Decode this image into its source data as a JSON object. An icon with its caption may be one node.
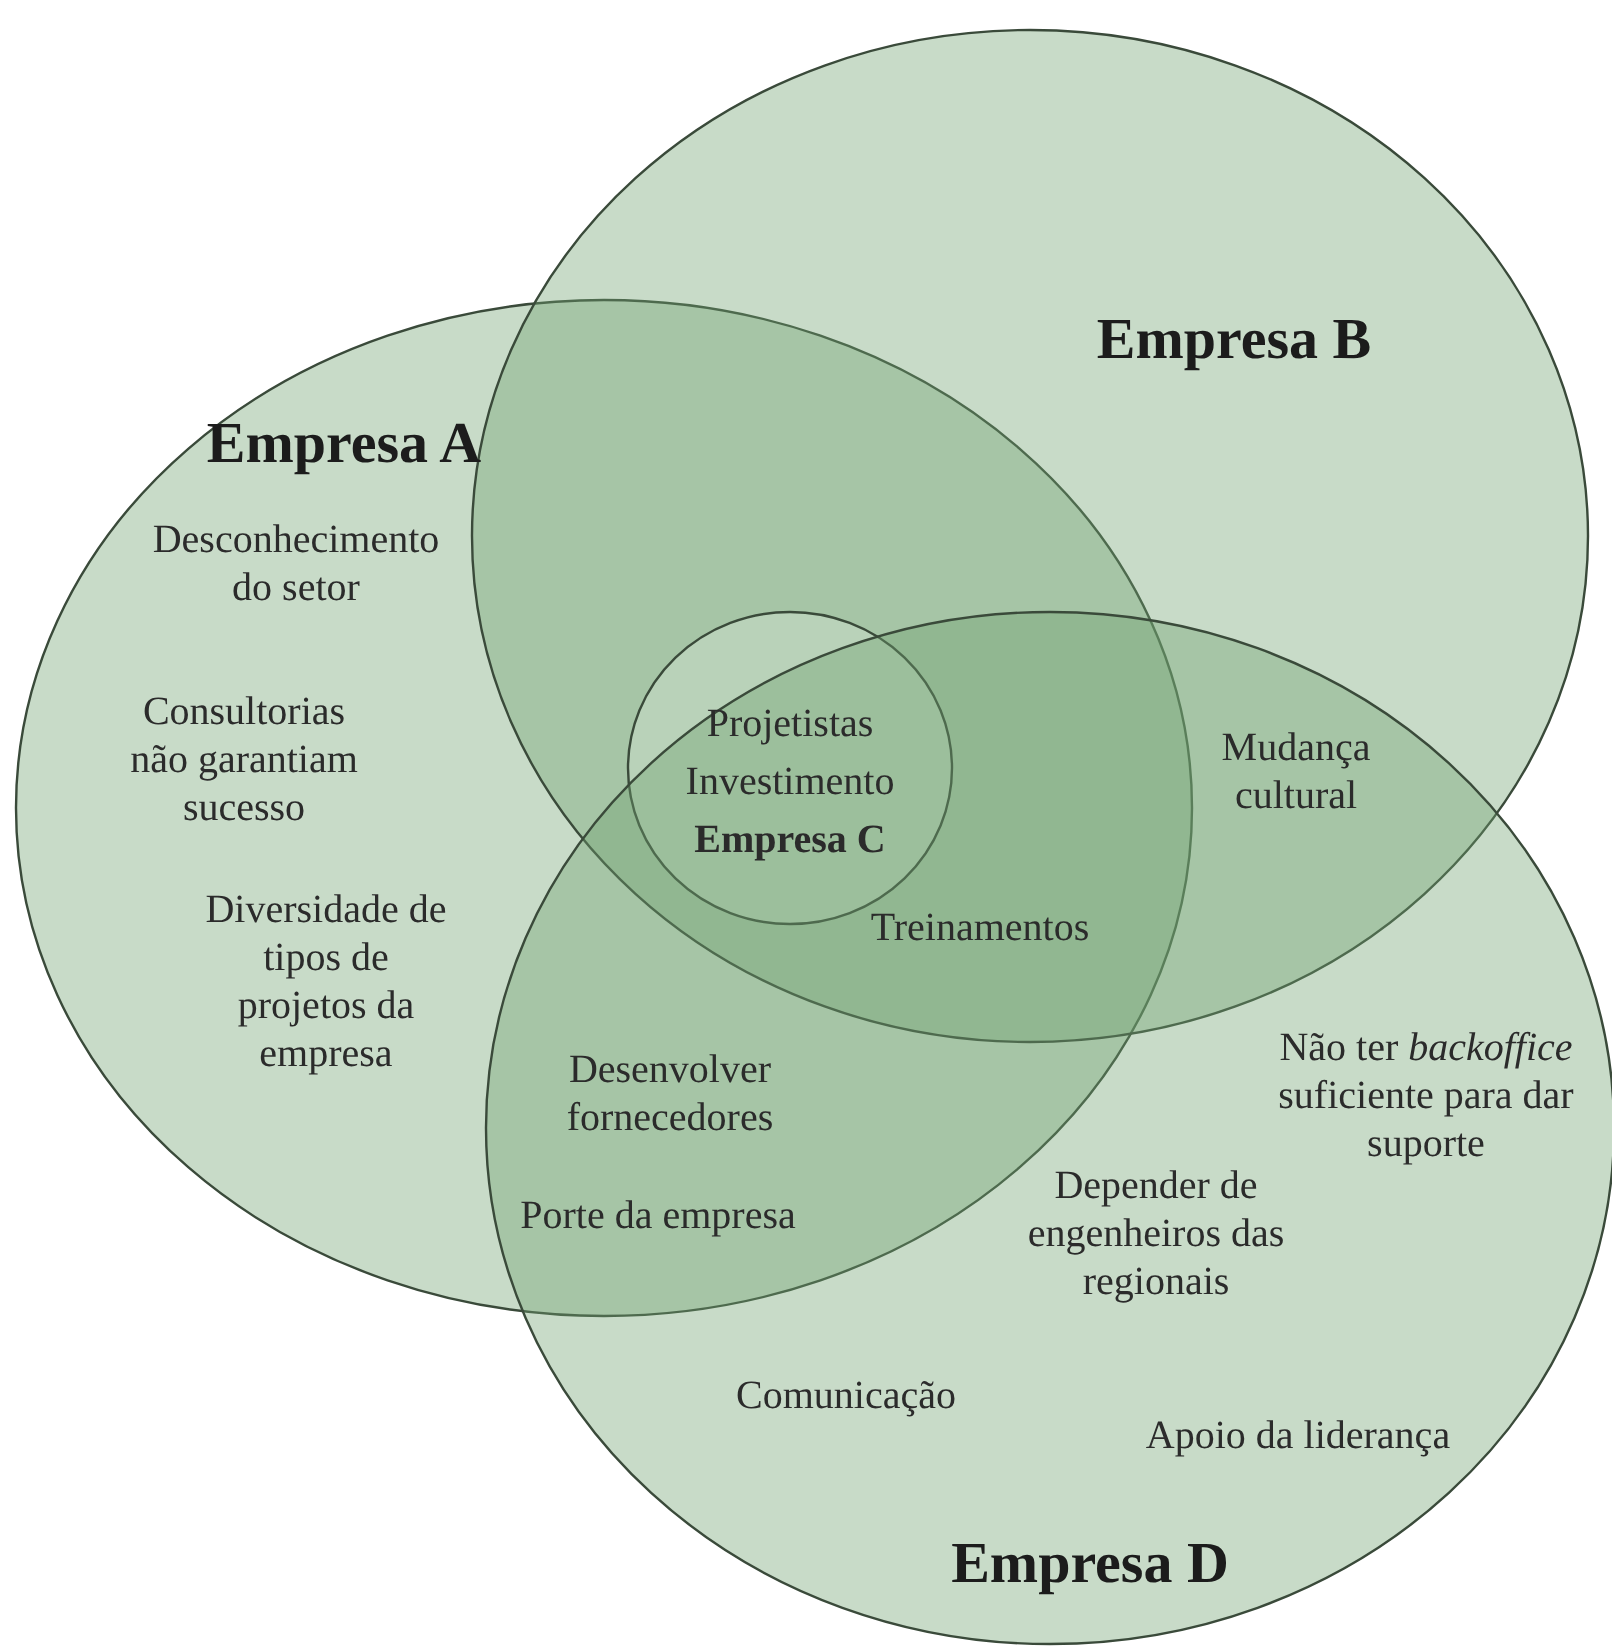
{
  "diagram": {
    "nodes": [
      {
        "text": [
          "Empresa A"
        ]
      },
      {
        "text": [
          "Empresa B"
        ]
      },
      {
        "text": [
          "Projetistas",
          "Investimento",
          "Empresa C"
        ]
      },
      {
        "text": [
          "Empresa D"
        ]
      }
    ],
    "labels": [
      "Desconhecimento do setor",
      "Consultorias não garantiam sucesso",
      "Diversidade de tipos de projetos da empresa",
      "Mudança cultural",
      "Treinamentos",
      "Desenvolver fornecedores",
      "Porte da empresa",
      "Não ter *backoffice* suficiente para dar suporte",
      "Depender de engenheiros das regionais",
      "Comunicação",
      "Apoio da liderança"
    ]
  }
}
